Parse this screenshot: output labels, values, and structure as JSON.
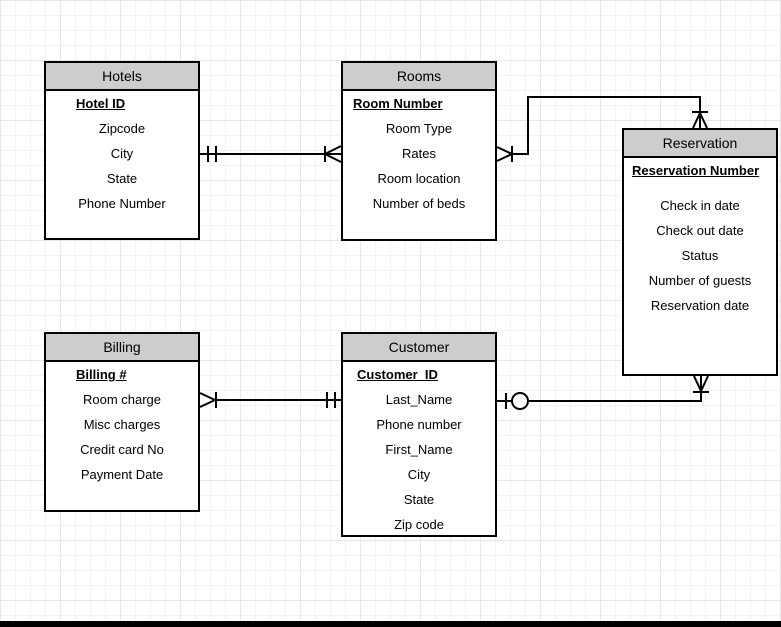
{
  "entities": [
    {
      "name": "Hotels",
      "pk": "Hotel ID",
      "fields": [
        "Zipcode",
        "City",
        "State",
        "Phone Number"
      ]
    },
    {
      "name": "Rooms",
      "pk": "Room Number",
      "fields": [
        "Room Type",
        "Rates",
        "Room location",
        "Number of beds"
      ]
    },
    {
      "name": "Reservation",
      "pk": "Reservation Number",
      "fields": [
        "Check in date",
        "Check out date",
        "Status",
        "Number of guests",
        "Reservation date"
      ]
    },
    {
      "name": "Billing",
      "pk": "Billing #",
      "fields": [
        "Room charge",
        "Misc charges",
        "Credit card No",
        "Payment Date"
      ]
    },
    {
      "name": "Customer",
      "pk": "Customer_ID",
      "fields": [
        "Last_Name",
        "Phone number",
        "First_Name",
        "City",
        "State",
        "Zip code"
      ]
    }
  ],
  "relationships": [
    {
      "from": "Hotels",
      "to": "Rooms",
      "from_cardinality": "one-and-only-one",
      "to_cardinality": "one-or-many"
    },
    {
      "from": "Rooms",
      "to": "Reservation",
      "from_cardinality": "one-or-many",
      "to_cardinality": "one-or-many"
    },
    {
      "from": "Billing",
      "to": "Customer",
      "from_cardinality": "one-or-many",
      "to_cardinality": "one-and-only-one"
    },
    {
      "from": "Customer",
      "to": "Reservation",
      "from_cardinality": "zero-or-one",
      "to_cardinality": "one-or-many"
    }
  ],
  "colors": {
    "entity_header_fill": "#cdcdcd",
    "entity_fill": "#ffffff",
    "stroke": "#000000",
    "grid_minor": "#f3f3f5",
    "grid_major": "#e7e7ea",
    "bottom_bar": "#000000"
  }
}
